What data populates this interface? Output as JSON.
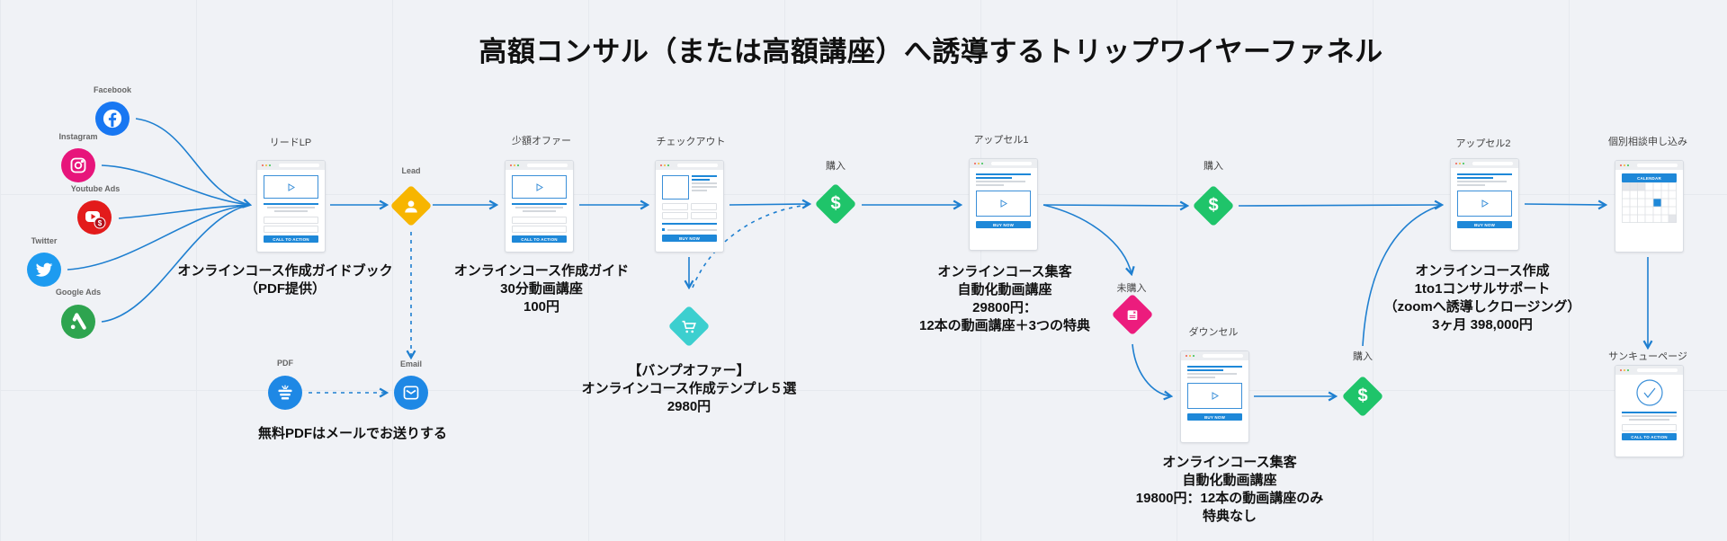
{
  "title": "高額コンサル（または高額講座）へ誘導するトリップワイヤーファネル",
  "colors": {
    "background": "#f0f2f6",
    "connector": "#1e7fd0",
    "purchase": "#1fc46a",
    "lead": "#f7b500",
    "bump": "#3ccfcf",
    "not_purchased": "#ec1c7d",
    "page_accent": "#1e88d8"
  },
  "sources": [
    {
      "label": "Facebook",
      "icon": "facebook-icon",
      "color": "#1877f2"
    },
    {
      "label": "Instagram",
      "icon": "instagram-icon",
      "color": "#e7157b"
    },
    {
      "label": "Youtube Ads",
      "icon": "youtube-ads-icon",
      "color": "#e31b1b"
    },
    {
      "label": "Twitter",
      "icon": "twitter-icon",
      "color": "#1d9bf0"
    },
    {
      "label": "Google Ads",
      "icon": "google-ads-icon",
      "color": "#2ea44f"
    }
  ],
  "steps": {
    "lead_lp": {
      "label": "リードLP",
      "button": "CALL TO ACTION",
      "desc": [
        "オンラインコース作成ガイドブック",
        "（PDF提供）"
      ]
    },
    "lead": {
      "label": "Lead"
    },
    "pdf": {
      "label": "PDF"
    },
    "email": {
      "label": "Email"
    },
    "pdf_note": "無料PDFはメールでお送りする",
    "small_offer": {
      "label": "少額オファー",
      "button": "CALL TO ACTION",
      "desc": [
        "オンラインコース作成ガイド",
        "30分動画講座",
        "100円"
      ]
    },
    "checkout": {
      "label": "チェックアウト",
      "button": "BUY NOW"
    },
    "bump": {
      "desc": [
        "【バンプオファー】",
        "オンラインコース作成テンプレ５選",
        "2980円"
      ]
    },
    "purchase_1": {
      "label": "購入"
    },
    "upsell_1": {
      "label": "アップセル1",
      "button": "BUY NOW",
      "desc": [
        "オンラインコース集客",
        "自動化動画講座",
        "29800円：",
        "12本の動画講座＋3つの特典"
      ]
    },
    "purchase_2": {
      "label": "購入"
    },
    "not_purchased": {
      "label": "未購入"
    },
    "downsell": {
      "label": "ダウンセル",
      "button": "BUY NOW",
      "desc": [
        "オンラインコース集客",
        "自動化動画講座",
        "19800円：12本の動画講座のみ",
        "特典なし"
      ]
    },
    "purchase_3": {
      "label": "購入"
    },
    "upsell_2": {
      "label": "アップセル2",
      "button": "BUY NOW",
      "desc": [
        "オンラインコース作成",
        "1to1コンサルサポート",
        "（zoomへ誘導しクロージング）",
        "3ヶ月 398,000円"
      ]
    },
    "consultation": {
      "label": "個別相談申し込み",
      "calendar": "CALENDAR"
    },
    "thank_you": {
      "label": "サンキューページ",
      "button": "CALL TO ACTION"
    }
  }
}
